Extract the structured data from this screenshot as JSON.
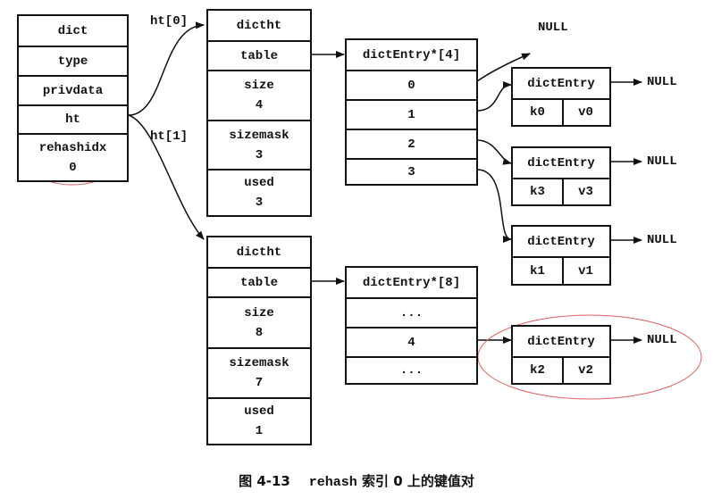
{
  "dict": {
    "title": "dict",
    "fields": [
      "type",
      "privdata",
      "ht"
    ],
    "rehashidx_label": "rehashidx",
    "rehashidx_value": "0"
  },
  "ht_labels": [
    "ht[0]",
    "ht[1]"
  ],
  "ht0": {
    "title": "dictht",
    "table_label": "table",
    "size_label": "size",
    "size_value": "4",
    "sizemask_label": "sizemask",
    "sizemask_value": "3",
    "used_label": "used",
    "used_value": "3"
  },
  "ht1": {
    "title": "dictht",
    "table_label": "table",
    "size_label": "size",
    "size_value": "8",
    "sizemask_label": "sizemask",
    "sizemask_value": "7",
    "used_label": "used",
    "used_value": "1"
  },
  "table0": {
    "title": "dictEntry*[4]",
    "slots": [
      "0",
      "1",
      "2",
      "3"
    ]
  },
  "table1": {
    "title": "dictEntry*[8]",
    "slots": [
      "...",
      "4",
      "..."
    ]
  },
  "entries": [
    {
      "title": "dictEntry",
      "key": "k0",
      "value": "v0",
      "next": "NULL"
    },
    {
      "title": "dictEntry",
      "key": "k3",
      "value": "v3",
      "next": "NULL"
    },
    {
      "title": "dictEntry",
      "key": "k1",
      "value": "v1",
      "next": "NULL"
    },
    {
      "title": "dictEntry",
      "key": "k2",
      "value": "v2",
      "next": "NULL"
    }
  ],
  "slot0_null": "NULL",
  "caption": {
    "prefix": "图 4-13",
    "code": "rehash",
    "suffix": "索引 0 上的键值对"
  },
  "colors": {
    "line": "#111111",
    "highlight": "#e06060"
  }
}
